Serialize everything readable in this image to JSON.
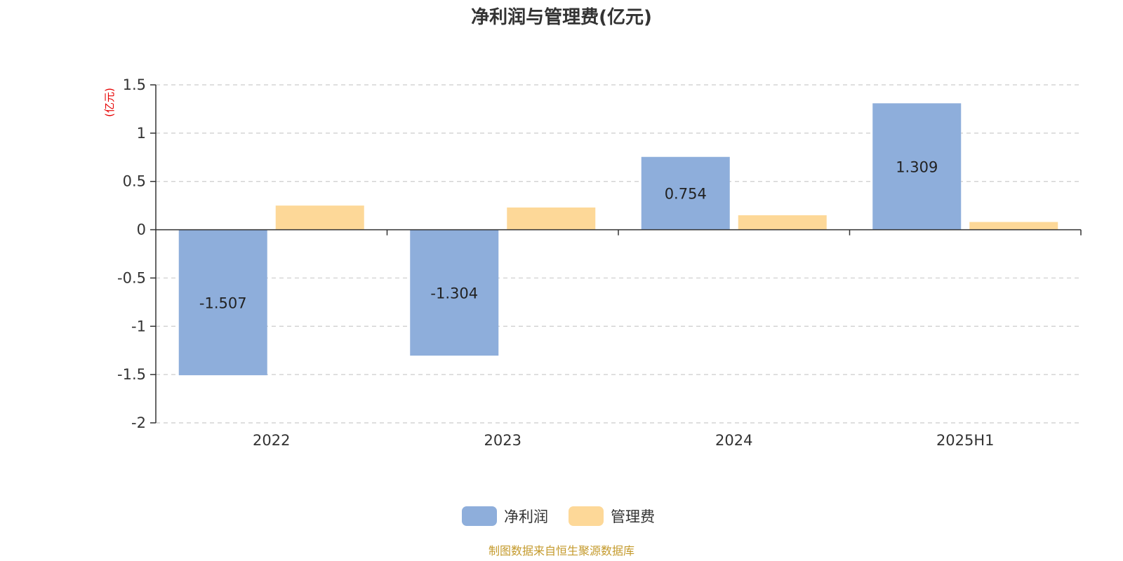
{
  "chart_data": {
    "type": "bar",
    "title": "净利润与管理费(亿元)",
    "ylabel": "(亿元)",
    "categories": [
      "2022",
      "2023",
      "2024",
      "2025H1"
    ],
    "series": [
      {
        "name": "净利润",
        "values": [
          -1.507,
          -1.304,
          0.754,
          1.309
        ],
        "color": "#8eaedb",
        "show_labels": true
      },
      {
        "name": "管理费",
        "values": [
          0.25,
          0.23,
          0.15,
          0.08
        ],
        "color": "#fdd898",
        "show_labels": false
      }
    ],
    "ylim": [
      -2,
      1.5
    ],
    "yticks": [
      1.5,
      1,
      0.5,
      0,
      -0.5,
      -1,
      -1.5,
      -2
    ],
    "ytick_labels": [
      "1.5",
      "1",
      "0.5",
      "0",
      "-0.5",
      "-1",
      "-1.5",
      "-2"
    ],
    "data_labels": [
      "-1.507",
      "-1.304",
      "0.754",
      "1.309"
    ],
    "grid": true,
    "legend": "bottom-center"
  },
  "source_note": "制图数据来自恒生聚源数据库"
}
